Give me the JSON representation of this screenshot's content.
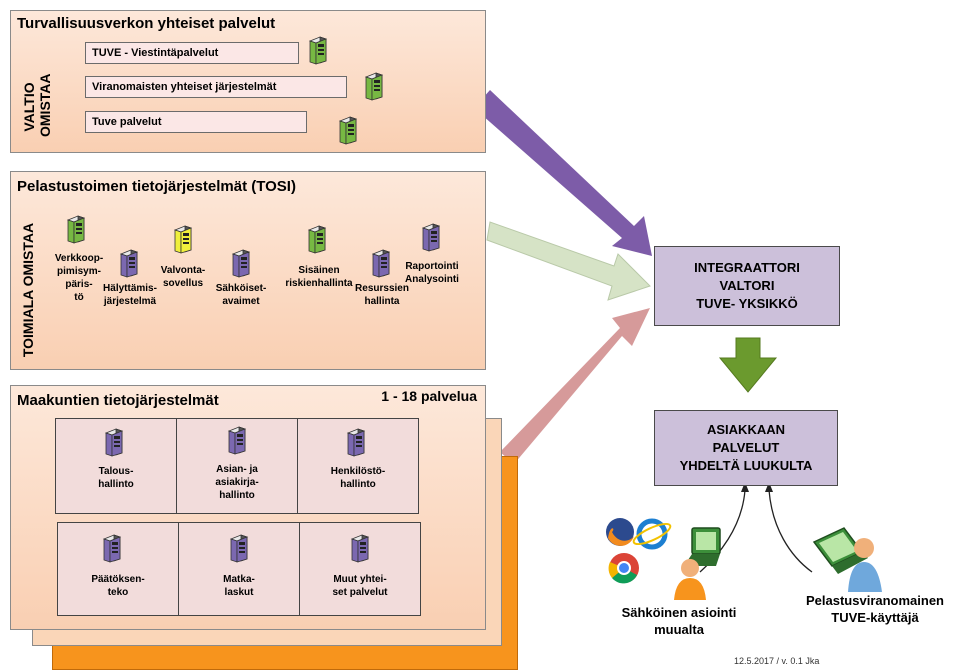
{
  "colors": {
    "panel_fill": "#fbd9c2",
    "server_green": "#77b843",
    "server_yellow": "#f0ef3c",
    "server_purple": "#7b68b0",
    "proc_box": "#ccc0da",
    "arrow_purple": "#7d5ca8",
    "arrow_light_green": "#d6e3c6",
    "arrow_pink": "#d69a9a",
    "arrow_green": "#6b9a2e",
    "stack_orange": "#f7941d"
  },
  "state": {
    "title": "Turvallisuusverkon yhteiset palvelut",
    "owner": "VALTIO\nOMISTAA",
    "services": [
      "TUVE - Viestintäpalvelut",
      "Viranomaisten yhteiset järjestelmät",
      "Tuve palvelut"
    ]
  },
  "rescue": {
    "title": "Pelastustoimen tietojärjestelmät (TOSI)",
    "owner": "TOIMIALA OMISTAA",
    "systems": [
      {
        "label": "Verkkoop-\npimisym-\npäris-\ntö",
        "icon": "server-green-icon"
      },
      {
        "label": "Hälyttämis-\njärjestelmä",
        "icon": "server-purple-icon"
      },
      {
        "label": "Valvonta-\nsovellus",
        "icon": "server-yellow-icon"
      },
      {
        "label": "Sähköiset-\navaimet",
        "icon": "server-purple-icon"
      },
      {
        "label": "Sisäinen\nriskienhallinta",
        "icon": "server-green-icon"
      },
      {
        "label": "Resurssien\nhallinta",
        "icon": "server-purple-icon"
      },
      {
        "label": "Raportointi\nAnalysointi",
        "icon": "server-purple-icon"
      }
    ]
  },
  "regions": {
    "title": "Maakuntien tietojärjestelmät",
    "count": "1 - 18 palvelua",
    "cells": [
      "Talous-\nhallinto",
      "Asian- ja\nasiakirja-\nhallinto",
      "Henkilöstö-\nhallinto",
      "Päätöksen-\nteko",
      "Matka-\nlaskut",
      "Muut yhtei-\nset palvelut"
    ]
  },
  "integrator": {
    "lines": [
      "INTEGRAATTORI",
      "VALTORI",
      "TUVE- YKSIKKÖ"
    ]
  },
  "customer": {
    "lines": [
      "ASIAKKAAN",
      "PALVELUT",
      "YHDELTÄ LUUKULTA"
    ]
  },
  "users": {
    "electronic": "Sähköinen asiointi\nmuualta",
    "rescue_user": "Pelastusviranomainen\nTUVE-käyttäjä"
  },
  "footer": "12.5.2017 / v. 0.1 Jka"
}
